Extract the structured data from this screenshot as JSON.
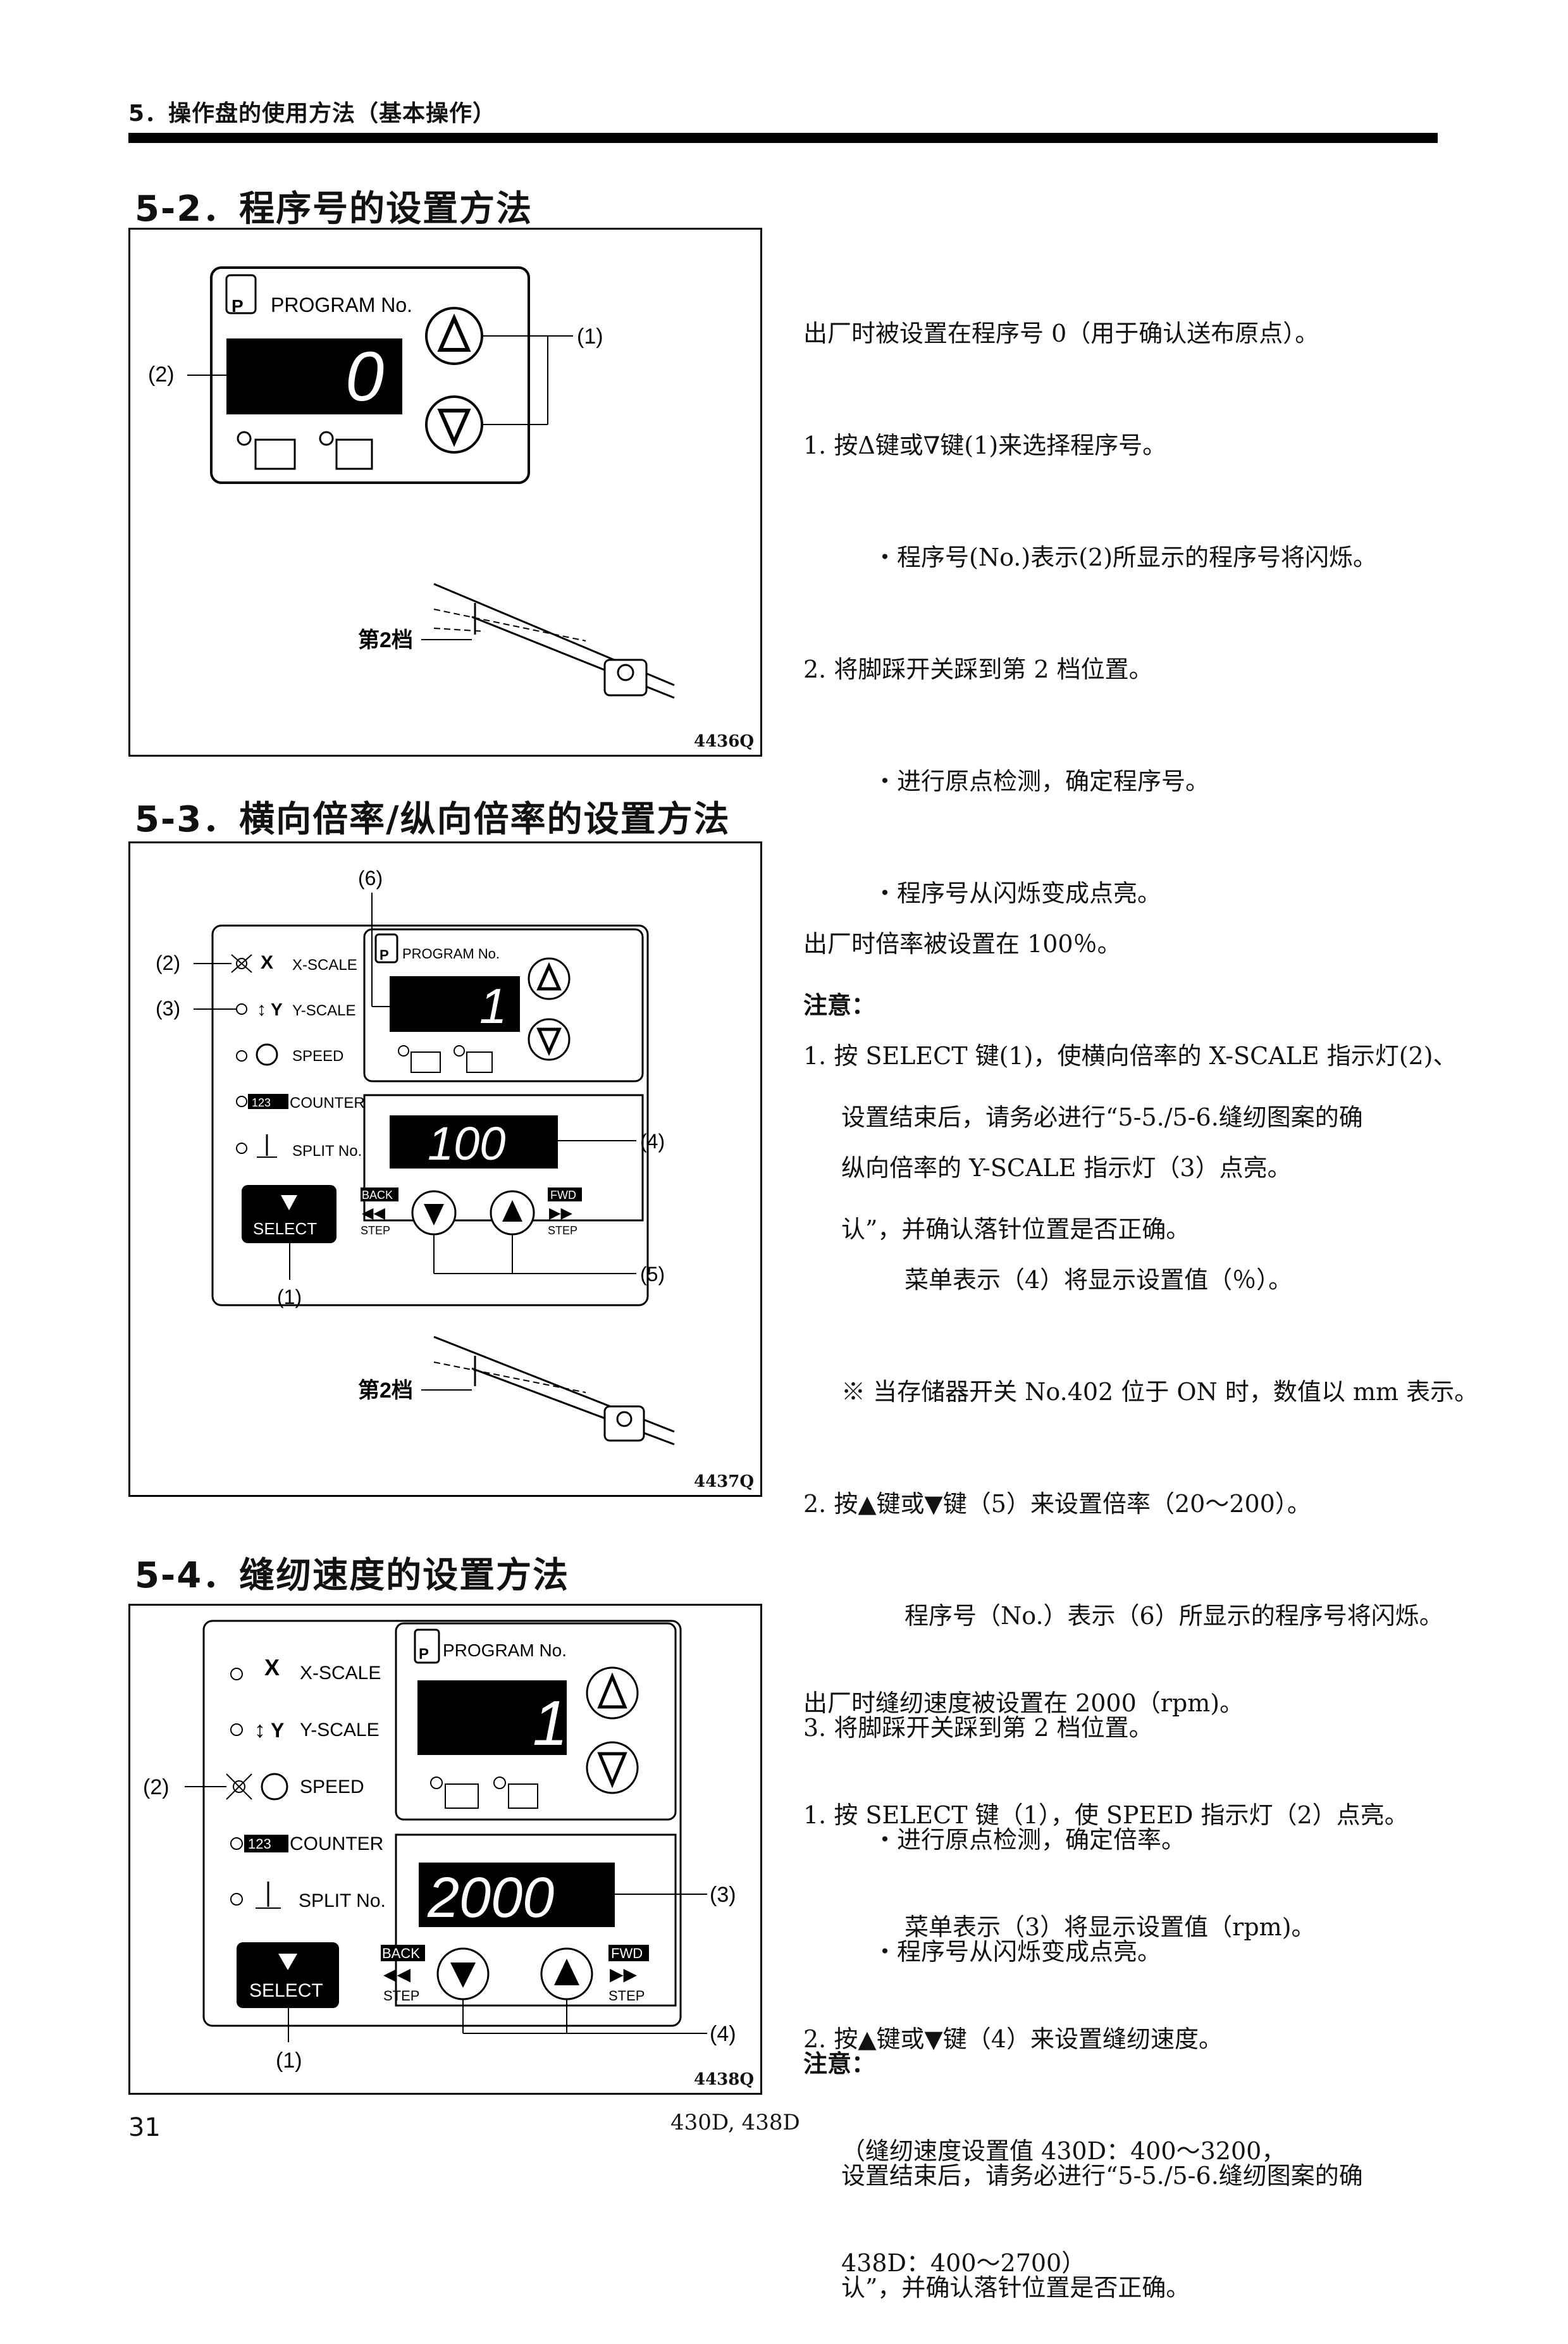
{
  "header": {
    "chapter": "5．操作盘的使用方法（基本操作）"
  },
  "sections": [
    {
      "title": "5-2．程序号的设置方法",
      "fig_id": "4436Q",
      "lines": [
        {
          "t": "出厂时被设置在程序号 0（用于确认送布原点）。",
          "c": ""
        },
        {
          "t": "1. 按Δ键或∇键(1)来选择程序号。",
          "c": ""
        },
        {
          "t": "・程序号(No.)表示(2)所显示的程序号将闪烁。",
          "c": "ind2"
        },
        {
          "t": "2. 将脚踩开关踩到第 2 档位置。",
          "c": ""
        },
        {
          "t": "・进行原点检测，确定程序号。",
          "c": "ind2"
        },
        {
          "t": "・程序号从闪烁变成点亮。",
          "c": "ind2"
        },
        {
          "t": "注意：",
          "c": "b"
        },
        {
          "t": "设置结束后，请务必进行“5-5./5-6.缝纫图案的确",
          "c": "ind1"
        },
        {
          "t": "认”，并确认落针位置是否正确。",
          "c": "ind1"
        }
      ]
    },
    {
      "title": "5-3．横向倍率/纵向倍率的设置方法",
      "fig_id": "4437Q",
      "lines": [
        {
          "t": "出厂时倍率被设置在 100％。",
          "c": ""
        },
        {
          "t": "1. 按 SELECT 键(1)，使横向倍率的 X-SCALE 指示灯(2)、",
          "c": ""
        },
        {
          "t": "纵向倍率的 Y-SCALE 指示灯（3）点亮。",
          "c": "ind1"
        },
        {
          "t": "菜单表示（4）将显示设置值（％）。",
          "c": "ind3"
        },
        {
          "t": "※ 当存储器开关 No.402 位于 ON 时，数值以 mm 表示。",
          "c": "ind1"
        },
        {
          "t": "2. 按▲键或▼键（5）来设置倍率（20～200）。",
          "c": ""
        },
        {
          "t": "程序号（No.）表示（6）所显示的程序号将闪烁。",
          "c": "ind3"
        },
        {
          "t": "3. 将脚踩开关踩到第 2 档位置。",
          "c": ""
        },
        {
          "t": "・进行原点检测，确定倍率。",
          "c": "ind2"
        },
        {
          "t": "・程序号从闪烁变成点亮。",
          "c": "ind2"
        },
        {
          "t": "注意：",
          "c": "b"
        },
        {
          "t": "设置结束后，请务必进行“5-5./5-6.缝纫图案的确",
          "c": "ind1"
        },
        {
          "t": "认”，并确认落针位置是否正确。",
          "c": "ind1"
        }
      ]
    },
    {
      "title": "5-4．缝纫速度的设置方法",
      "fig_id": "4438Q",
      "lines": [
        {
          "t": "出厂时缝纫速度被设置在 2000（rpm)。",
          "c": ""
        },
        {
          "t": "1. 按 SELECT 键（1），使 SPEED 指示灯（2）点亮。",
          "c": ""
        },
        {
          "t": "菜单表示（3）将显示设置值（rpm)。",
          "c": "ind3"
        },
        {
          "t": "2. 按▲键或▼键（4）来设置缝纫速度。",
          "c": ""
        },
        {
          "t": "（缝纫速度设置值 430D：400～3200，",
          "c": "ind1"
        },
        {
          "t": "438D：400～2700）",
          "c": "ind1"
        }
      ]
    }
  ],
  "panel": {
    "program_label": "PROGRAM No.",
    "x_scale": "X-SCALE",
    "y_scale": "Y-SCALE",
    "speed": "SPEED",
    "counter": "COUNTER",
    "split": "SPLIT No.",
    "select": "SELECT",
    "back": "BACK",
    "fwd": "FWD",
    "step": "STEP",
    "x_letter": "X",
    "y_letter": "Y",
    "counter_icon": "123",
    "p_letter": "P",
    "gear2": "第2档",
    "program_values": [
      "0",
      "1",
      "1"
    ],
    "menu_values": [
      "100",
      "2000"
    ]
  },
  "callouts": {
    "f1": [
      "(1)",
      "(2)"
    ],
    "f2": [
      "(1)",
      "(2)",
      "(3)",
      "(4)",
      "(5)",
      "(6)"
    ],
    "f3": [
      "(1)",
      "(2)",
      "(3)",
      "(4)"
    ]
  },
  "footer": {
    "page": "31",
    "model": "430D, 438D"
  }
}
